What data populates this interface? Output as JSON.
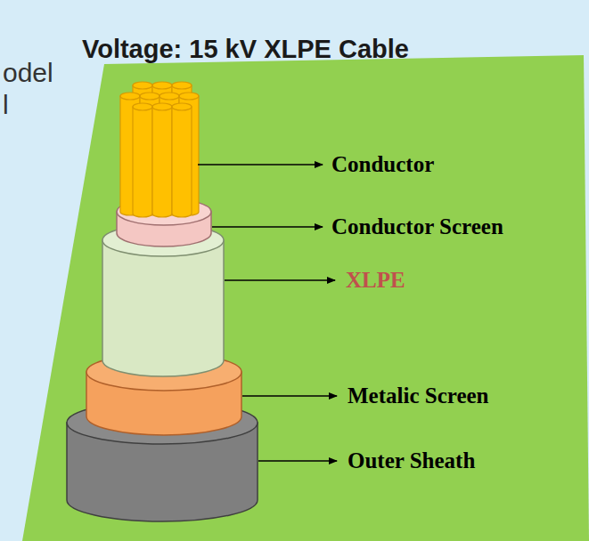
{
  "diagram": {
    "title": "Voltage: 15 kV XLPE Cable",
    "labels": [
      "odel",
      "l",
      "Conductor",
      "Conductor Screen",
      "XLPE",
      "Metalic Screen",
      "Outer Sheath"
    ]
  }
}
